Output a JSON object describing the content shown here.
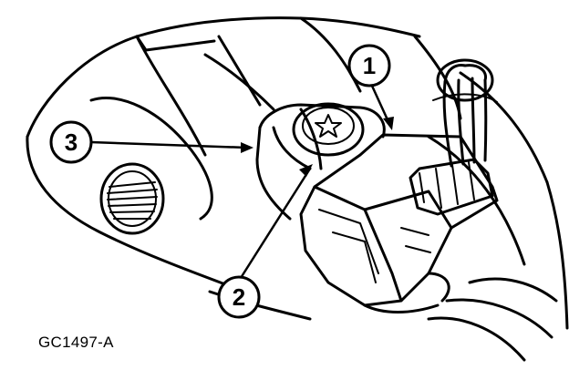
{
  "callouts": [
    {
      "id": "1",
      "label": "1"
    },
    {
      "id": "2",
      "label": "2"
    },
    {
      "id": "3",
      "label": "3"
    }
  ],
  "figure_code": "GC1497-A"
}
